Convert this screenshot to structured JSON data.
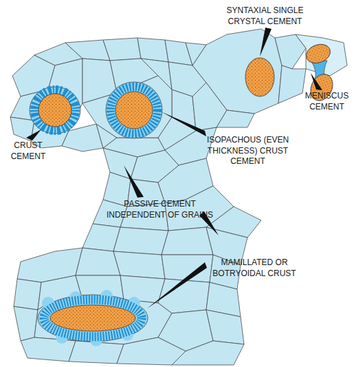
{
  "diagram": {
    "labels": [
      "SYNTAXIAL SINGLE CRYSTAL CEMENT",
      "MENISCUS CEMENT",
      "CRUST CEMENT",
      "ISOPACHOUS (EVEN THICKNESS) CRUST CEMENT",
      "PASSIVE CEMENT INDEPENDENT OF GRAINS",
      "MAMILLATED OR BOTRYOIDAL CRUST"
    ]
  }
}
